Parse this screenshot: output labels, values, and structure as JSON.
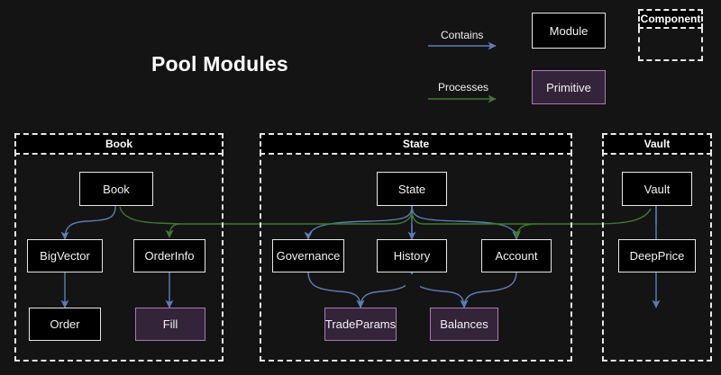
{
  "diagram": {
    "title": "Pool Modules",
    "background_color": "#141414",
    "module_fill": "#000000",
    "module_border": "#e8e8e8",
    "primitive_fill": "#33243a",
    "primitive_border": "#a87cb0",
    "contains_color": "#5b7fb5",
    "processes_color": "#3f7a2e"
  },
  "legend": {
    "contains_label": "Contains",
    "processes_label": "Processes",
    "module_label": "Module",
    "primitive_label": "Primitive",
    "component_label": "Component"
  },
  "groups": [
    {
      "id": "book",
      "label": "Book"
    },
    {
      "id": "state",
      "label": "State"
    },
    {
      "id": "vault",
      "label": "Vault"
    }
  ],
  "nodes": {
    "book": {
      "label": "Book",
      "type": "module",
      "group": "book"
    },
    "bigvector": {
      "label": "BigVector",
      "type": "module",
      "group": "book"
    },
    "orderinfo": {
      "label": "OrderInfo",
      "type": "module",
      "group": "book"
    },
    "order": {
      "label": "Order",
      "type": "module",
      "group": "book"
    },
    "fill": {
      "label": "Fill",
      "type": "primitive",
      "group": "book"
    },
    "state": {
      "label": "State",
      "type": "module",
      "group": "state"
    },
    "governance": {
      "label": "Governance",
      "type": "module",
      "group": "state"
    },
    "history": {
      "label": "History",
      "type": "module",
      "group": "state"
    },
    "account": {
      "label": "Account",
      "type": "module",
      "group": "state"
    },
    "tradeparams": {
      "label": "TradeParams",
      "type": "primitive",
      "group": "state"
    },
    "balances": {
      "label": "Balances",
      "type": "primitive",
      "group": "state"
    },
    "vault": {
      "label": "Vault",
      "type": "module",
      "group": "vault"
    },
    "deepprice": {
      "label": "DeepPrice",
      "type": "module",
      "group": "vault"
    }
  },
  "edges": [
    {
      "from": "book",
      "to": "bigvector",
      "relation": "Contains"
    },
    {
      "from": "bigvector",
      "to": "order",
      "relation": "Contains"
    },
    {
      "from": "orderinfo",
      "to": "fill",
      "relation": "Contains"
    },
    {
      "from": "state",
      "to": "governance",
      "relation": "Contains"
    },
    {
      "from": "state",
      "to": "history",
      "relation": "Contains"
    },
    {
      "from": "state",
      "to": "account",
      "relation": "Contains"
    },
    {
      "from": "governance",
      "to": "tradeparams",
      "relation": "Contains"
    },
    {
      "from": "history",
      "to": "tradeparams",
      "relation": "Contains"
    },
    {
      "from": "history",
      "to": "balances",
      "relation": "Contains"
    },
    {
      "from": "account",
      "to": "balances",
      "relation": "Contains"
    },
    {
      "from": "vault",
      "to": "deepprice",
      "relation": "Contains"
    },
    {
      "from": "book",
      "to": "orderinfo",
      "relation": "Processes"
    },
    {
      "from": "vault",
      "to": "account",
      "relation": "Processes"
    }
  ]
}
